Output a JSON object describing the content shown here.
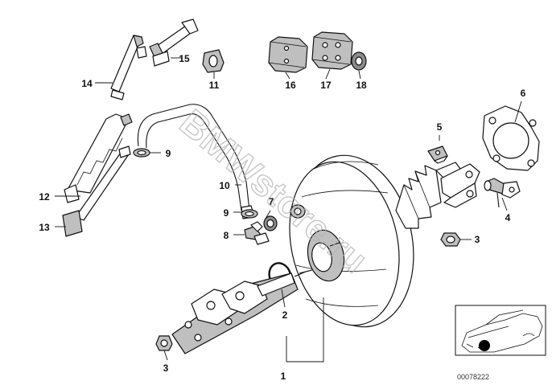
{
  "callouts": [
    {
      "id": "1",
      "text": "1"
    },
    {
      "id": "2",
      "text": "2"
    },
    {
      "id": "3a",
      "text": "3"
    },
    {
      "id": "3b",
      "text": "3"
    },
    {
      "id": "4",
      "text": "4"
    },
    {
      "id": "5",
      "text": "5"
    },
    {
      "id": "6",
      "text": "6"
    },
    {
      "id": "7",
      "text": "7"
    },
    {
      "id": "8",
      "text": "8"
    },
    {
      "id": "9a",
      "text": "9"
    },
    {
      "id": "9b",
      "text": "9"
    },
    {
      "id": "10",
      "text": "10"
    },
    {
      "id": "11",
      "text": "11"
    },
    {
      "id": "12",
      "text": "12"
    },
    {
      "id": "13",
      "text": "13"
    },
    {
      "id": "14",
      "text": "14"
    },
    {
      "id": "15",
      "text": "15"
    },
    {
      "id": "16",
      "text": "16"
    },
    {
      "id": "17",
      "text": "17"
    },
    {
      "id": "18",
      "text": "18"
    }
  ],
  "watermark": "BMWstore.ru",
  "drawing_code": "00078222",
  "colors": {
    "line": "#111111",
    "watermark": "#b3b3b3",
    "part_fill": "#bfbfbf"
  }
}
